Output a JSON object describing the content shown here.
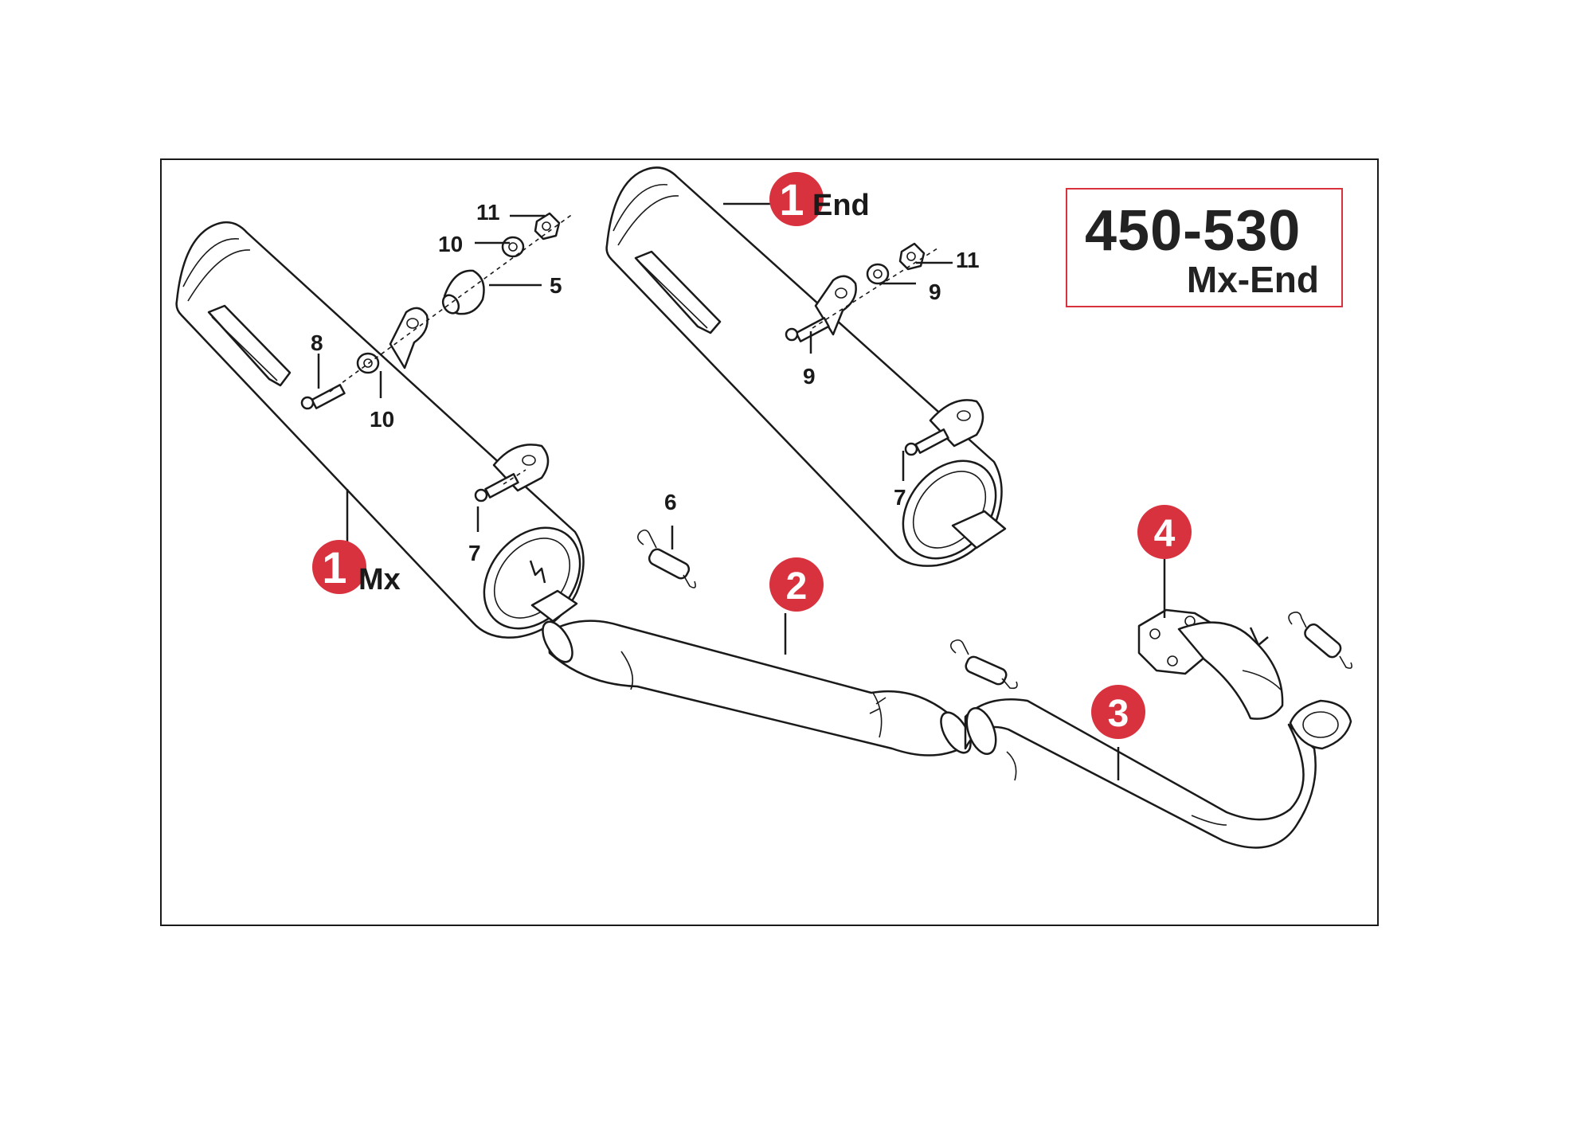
{
  "model_box": {
    "title": "450-530",
    "subtitle": "Mx-End"
  },
  "badges": [
    {
      "id": "1-mx",
      "number": "1",
      "suffix": "Mx"
    },
    {
      "id": "1-end",
      "number": "1",
      "suffix": "End"
    },
    {
      "id": "2",
      "number": "2",
      "suffix": ""
    },
    {
      "id": "3",
      "number": "3",
      "suffix": ""
    },
    {
      "id": "4",
      "number": "4",
      "suffix": ""
    }
  ],
  "part_numbers": {
    "mx_11": "11",
    "mx_10_top": "10",
    "mx_5": "5",
    "mx_8": "8",
    "mx_10_low": "10",
    "mx_7": "7",
    "spring_6": "6",
    "end_11": "11",
    "end_9_right": "9",
    "end_9_left": "9",
    "end_7": "7"
  },
  "colors": {
    "badge": "#d9323f",
    "frame": "#1a1a1a",
    "model_border": "#d9323f"
  }
}
